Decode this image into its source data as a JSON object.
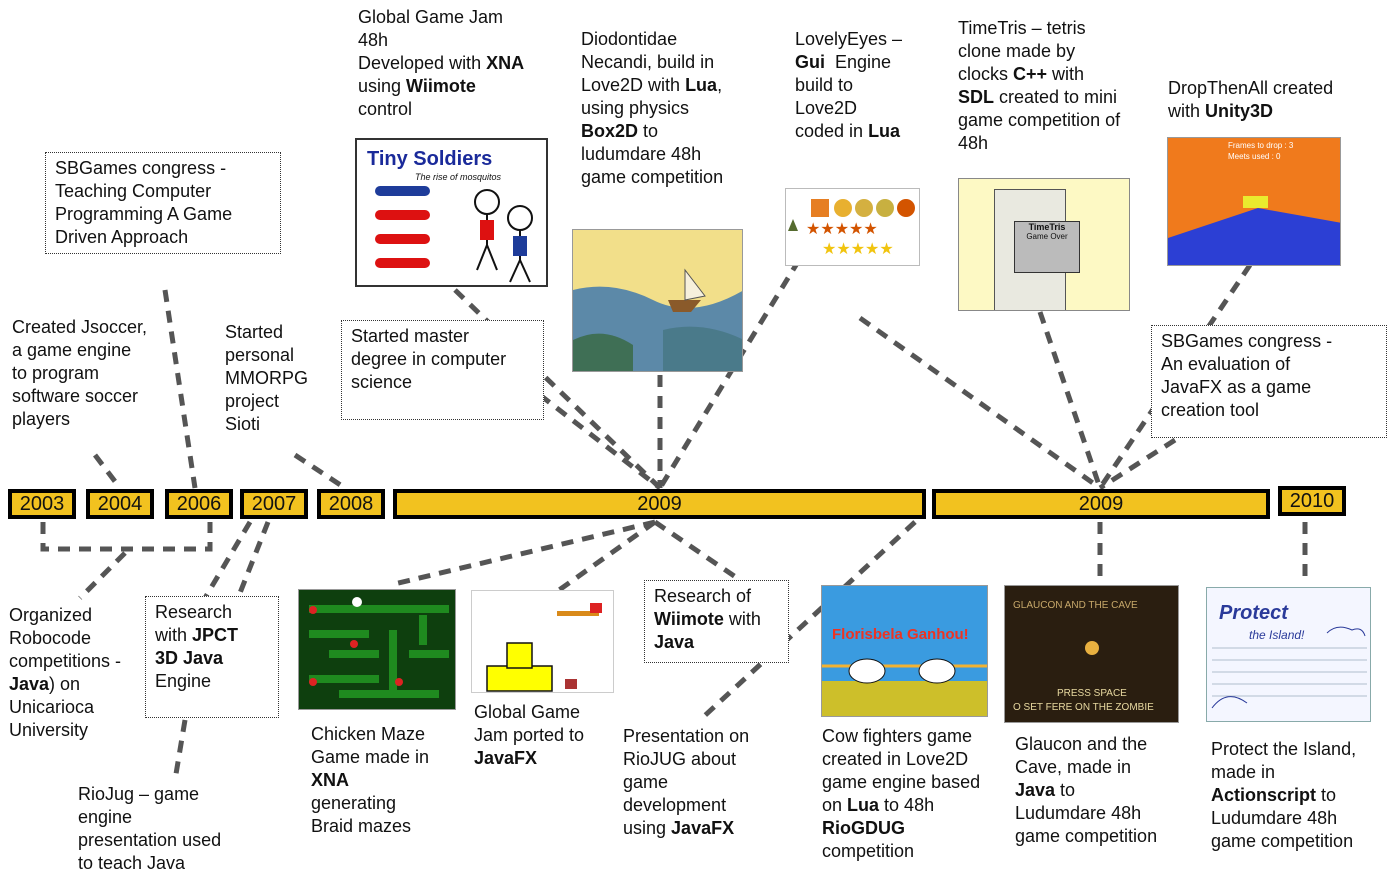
{
  "timeline": {
    "years": [
      "2003",
      "2004",
      "2006",
      "2007",
      "2008",
      "2009",
      "2009",
      "2010"
    ]
  },
  "events": {
    "ggj_xna": {
      "l1": "Global Game Jam",
      "l2": "48h",
      "l3": "Developed with ",
      "b3": "XNA",
      "l4": "using ",
      "b4": "Wiimote",
      "l5": "control"
    },
    "diodontidae": {
      "l1": "Diodontidae",
      "l2": "Necandi, build in",
      "l3": "Love2D with ",
      "b3": "Lua",
      ",": ",",
      "l4": "using physics",
      "b5": "Box2D",
      "l5": " to",
      "l6": "ludumdare 48h",
      "l7": "game competition"
    },
    "lovelyeyes": {
      "l1": "LovelyEyes –",
      "b2": "Gui",
      "l2": "  Engine",
      "l3": "build to",
      "l4": "Love2D",
      "l5": "coded in ",
      "b5": "Lua"
    },
    "timetris": {
      "l1": "TimeTris – tetris",
      "l2": "clone made by",
      "l3": "clocks ",
      "b3": "C++",
      "l3b": " with",
      "b4": "SDL",
      "l4": " created to mini",
      "l5": "game competition of",
      "l6": "48h"
    },
    "dropthenall": {
      "l1": "DropThenAll created",
      "l2": "with ",
      "b2": "Unity3D"
    },
    "sbgames1": {
      "l1": "SBGames congress -",
      "l2": "Teaching Computer",
      "l3": "Programming A Game",
      "l4": "Driven Approach"
    },
    "jsoccer": {
      "l1": "Created Jsoccer,",
      "l2": "a game engine",
      "l3": "to program",
      "l4": "software soccer",
      "l5": "players"
    },
    "mmorpg": {
      "l1": "Started",
      "l2": "personal",
      "l3": "MMORPG",
      "l4": "project",
      "l5": "Sioti"
    },
    "master": {
      "l1": "Started master",
      "l2": "degree in computer",
      "l3": "science"
    },
    "sbgames2": {
      "l1": "SBGames congress -",
      "l2": "An evaluation of",
      "l3": "JavaFX as a game",
      "l4": "creation tool"
    },
    "robocode": {
      "l1": "Organized",
      "l2": "Robocode",
      "l3": "competitions -",
      "b4": "Java",
      "l4": ") on",
      "l5": "Unicarioca",
      "l6": "University"
    },
    "jpct": {
      "l1": "Research",
      "l2": "with ",
      "b2": "JPCT",
      "b3": "3D Java",
      "l4": "Engine"
    },
    "riojug": {
      "l1": "RioJug – game",
      "l2": "engine",
      "l3": "presentation used",
      "l4": "to teach Java"
    },
    "chicken": {
      "l1": "Chicken Maze",
      "l2": "Game made in",
      "b3": "XNA",
      "l4": "generating",
      "l5": "Braid mazes"
    },
    "ggj_javafx": {
      "l1": "Global Game",
      "l2": "Jam ported to",
      "b3": "JavaFX"
    },
    "wiimote": {
      "l1": "Research of",
      "b2": "Wiimote",
      "l2": " with",
      "b3": "Java"
    },
    "presentation": {
      "l1": "Presentation on",
      "l2": "RioJUG about",
      "l3": "game",
      "l4": "development",
      "l5": "using ",
      "b5": "JavaFX"
    },
    "cowfighters": {
      "l1": "Cow fighters game",
      "l2": "created in Love2D",
      "l3": "game engine based",
      "l4": "on ",
      "b4": "Lua",
      "l4b": " to 48h",
      "b5": "RioGDUG",
      "l6": "competition"
    },
    "glaucon": {
      "l1": "Glaucon and the",
      "l2": "Cave, made in",
      "b3": "Java",
      "l3": " to",
      "l4": "Ludumdare 48h",
      "l5": "game competition"
    },
    "island": {
      "l1": "Protect the Island,",
      "l2": "made in",
      "b3": "Actionscript",
      "l3": " to",
      "l4": "Ludumdare 48h",
      "l5": "game competition"
    }
  },
  "screenshots": {
    "tiny_soldiers": {
      "title": "Tiny Soldiers",
      "subtitle": "The rise of mosquitos"
    },
    "glaucon_shot": {
      "title": "GLAUCON AND THE CAVE",
      "line1": "PRESS SPACE",
      "line2": "O SET FERE ON THE ZOMBIE"
    },
    "cow_shot": {
      "title": "Florisbela Ganhou!"
    },
    "island_shot": {
      "title": "Protect",
      "subtitle": "the Island!"
    },
    "timetris_shot": {
      "title": "TimeTris",
      "line1": "Game Over"
    },
    "drop_shot": {
      "line1": "Frames to drop : 3",
      "line2": "Meets used : 0"
    }
  },
  "colors": {
    "timeline_fill": "#f2c21f",
    "connector": "#555555"
  }
}
